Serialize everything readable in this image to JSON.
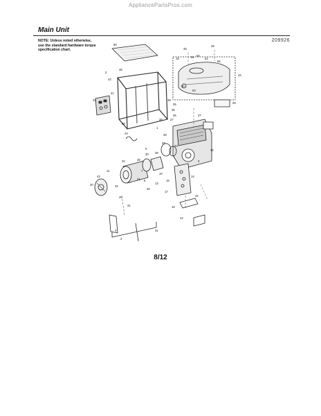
{
  "watermark": "AppliancePartsPros.com",
  "header": {
    "section_title": "Main Unit",
    "doc_id": "209926",
    "note_line1": "NOTE: Unless noted otherwise,",
    "note_line2": "use the standard hardware torque",
    "note_line3": "specification chart."
  },
  "callouts": [
    "60",
    "49",
    "49",
    "18",
    "51",
    "50",
    "52",
    "55",
    "44",
    "50",
    "53",
    "2",
    "43",
    "48",
    "38",
    "25",
    "35",
    "36",
    "35",
    "31",
    "68",
    "39",
    "41",
    "1",
    "24",
    "27",
    "28",
    "37",
    "29",
    "12",
    "3",
    "6",
    "38",
    "23",
    "30",
    "28",
    "7",
    "15",
    "10",
    "5",
    "14",
    "32",
    "17",
    "11",
    "13",
    "26",
    "21",
    "42",
    "20",
    "34",
    "22",
    "16",
    "12",
    "49",
    "31",
    "4",
    "2",
    "31"
  ],
  "footer": {
    "page_number": "8/12"
  }
}
